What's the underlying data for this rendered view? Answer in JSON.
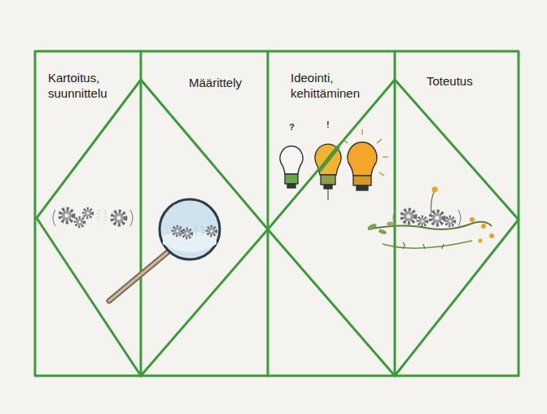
{
  "diagram": {
    "nodes": [
      {
        "text": [
          "Kartoitus, suunnittelu"
        ]
      },
      {
        "text": [
          "Määrittely"
        ]
      },
      {
        "text": [
          "Ideointi, kehittäminen"
        ]
      },
      {
        "text": [
          "Toteutus"
        ]
      }
    ],
    "labels": [
      "?",
      "!"
    ]
  }
}
